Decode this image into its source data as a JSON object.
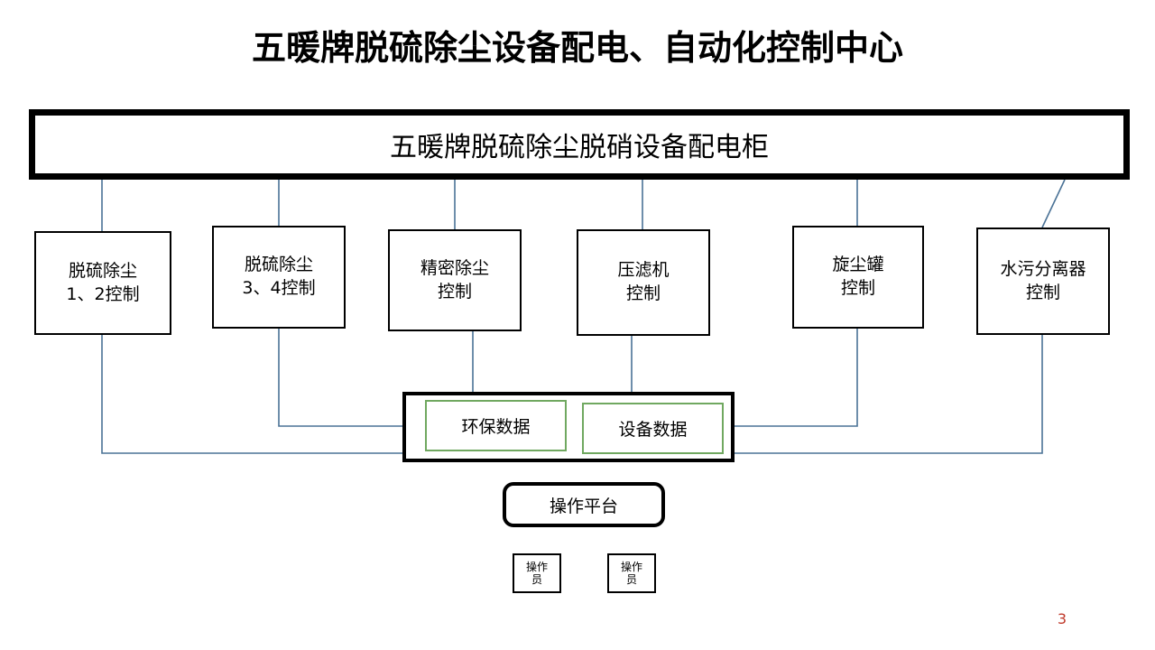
{
  "page": {
    "title": "五暖牌脱硫除尘设备配电、自动化控制中心",
    "page_number": "3",
    "accent_color": "#c0392b",
    "wire_color": "#4a7296",
    "inner_box_border_color": "#70a860"
  },
  "main_box": {
    "label": "五暖牌脱硫除尘脱硝设备配电柜"
  },
  "nodes": [
    {
      "label": "脱硫除尘\n1、2控制"
    },
    {
      "label": "脱硫除尘\n3、4控制"
    },
    {
      "label": "精密除尘\n控制"
    },
    {
      "label": "压滤机\n控制"
    },
    {
      "label": "旋尘罐\n控制"
    },
    {
      "label": "水污分离器\n控制"
    }
  ],
  "data_group": {
    "items": [
      {
        "label": "环保数据"
      },
      {
        "label": "设备数据"
      }
    ]
  },
  "platform": {
    "label": "操作平台"
  },
  "operators": [
    {
      "label": "操作\n员"
    },
    {
      "label": "操作\n员"
    }
  ]
}
